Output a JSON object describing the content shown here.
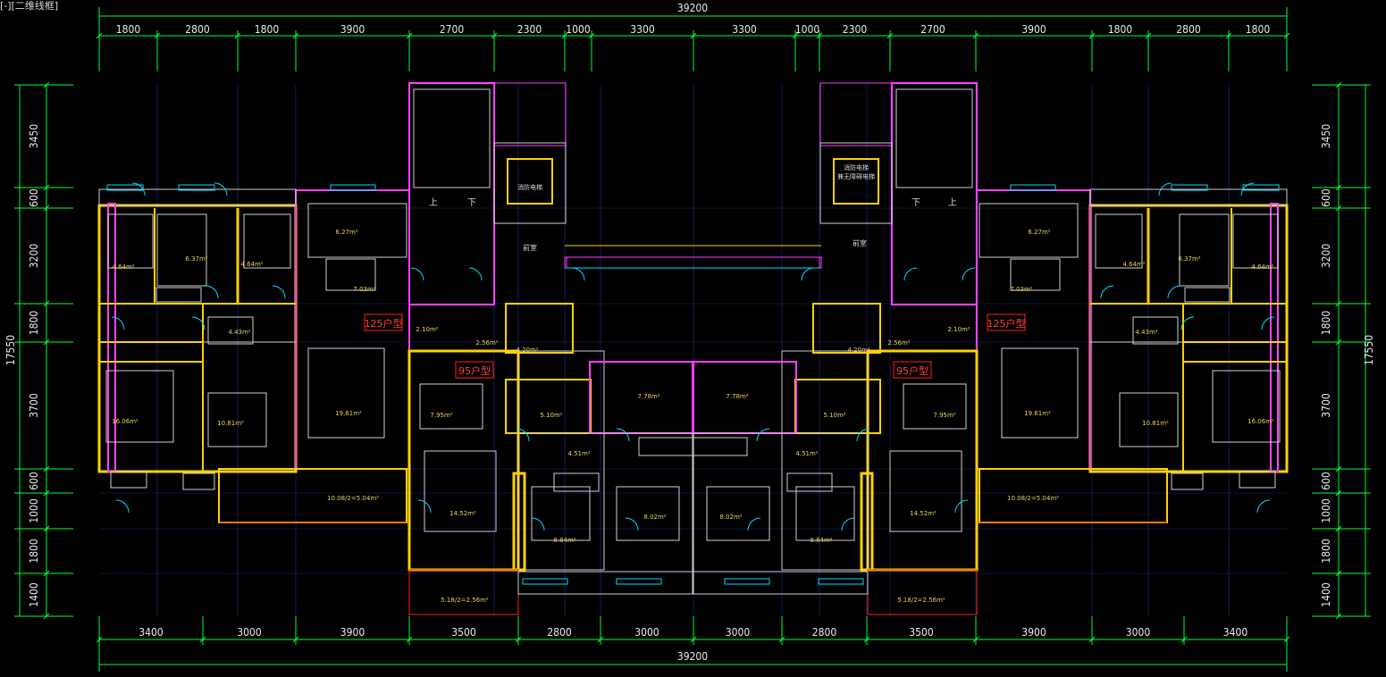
{
  "viewport_label": "[-][二维线框]",
  "dimensions": {
    "top_total": "39200",
    "top_segments": [
      "1800",
      "2800",
      "1800",
      "3900",
      "2700",
      "2300",
      "1000",
      "3300",
      "3300",
      "1000",
      "2300",
      "2700",
      "3900",
      "1800",
      "2800",
      "1800"
    ],
    "bottom_total": "39200",
    "bottom_segments": [
      "3400",
      "3000",
      "3900",
      "3500",
      "2800",
      "3000",
      "3000",
      "2800",
      "3500",
      "3900",
      "3000",
      "3400"
    ],
    "side_total": "17550",
    "side_segments": [
      "3450",
      "600",
      "3200",
      "1800",
      "3700",
      "600",
      "1000",
      "1800",
      "1400"
    ]
  },
  "unit_tags": {
    "left_125": "125户型",
    "left_95": "95户型",
    "right_125": "125户型",
    "right_95": "95户型"
  },
  "room_areas": [
    "6.27m²",
    "7.03m²",
    "4.64m²",
    "6.37m²",
    "4.64m²",
    "4.43m²",
    "16.06m²",
    "10.81m²",
    "19.61m²",
    "10.08/2=5.04m²",
    "2.10m²",
    "2.56m²",
    "4.20m²",
    "7.95m²",
    "5.10m²",
    "7.78m²",
    "4.51m²",
    "14.52m²",
    "8.84m²",
    "8.02m²",
    "5.18/2=2.56m²"
  ],
  "room_areas_mirrored": [
    "6.27m²",
    "7.03m²",
    "4.64m²",
    "6.37m²",
    "4.64m²",
    "4.43m²",
    "16.06m²",
    "10.81m²",
    "19.61m²",
    "10.08/2=5.04m²",
    "2.10m²",
    "2.56m²",
    "4.20m²",
    "7.95m²",
    "5.10m²",
    "7.78m²",
    "4.51m²",
    "14.52m²",
    "8.84m²",
    "8.02m²",
    "5.18/2=2.56m²"
  ],
  "core_labels": {
    "elevator_left": "消防电梯",
    "elevator_right": "消防电梯",
    "elevator_right_note": "兼无障碍电梯",
    "lobby_left": "前室",
    "lobby_right": "前室",
    "stair_up": "上",
    "stair_down": "下"
  },
  "colors": {
    "background": "#000000",
    "dim_green": "#00ff3c",
    "wall_yellow": "#ffd200",
    "wall_magenta": "#ff40ff",
    "furniture_white": "#cfcfcf",
    "axis_blue": "#3a5cff",
    "cyan": "#00d8ff",
    "red": "#ff2020"
  }
}
